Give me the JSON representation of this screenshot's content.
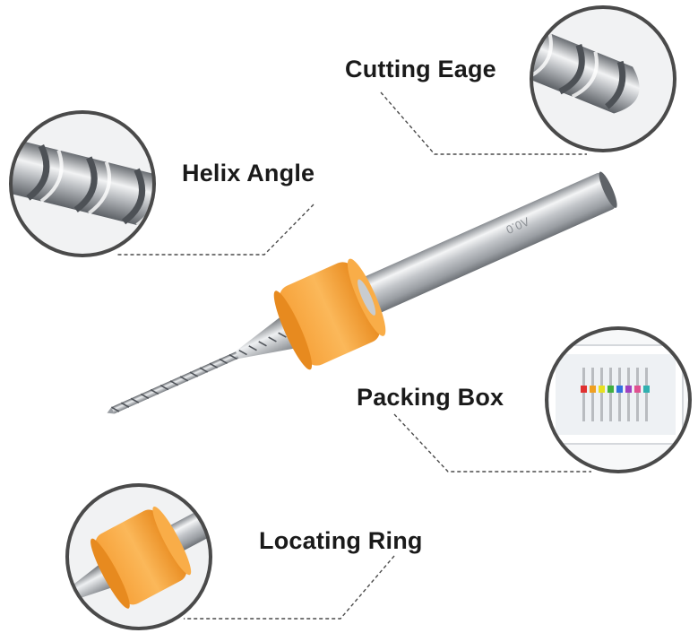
{
  "labels": {
    "cutting_edge": "Cutting Eage",
    "helix_angle": "Helix Angle",
    "packing_box": "Packing Box",
    "locating_ring": "Locating Ring"
  },
  "shank_marking": "Λ0.0",
  "colors": {
    "ring_orange": "#f39a2a",
    "circle_border": "#4a4a4a",
    "steel_light": "#e6e8ea",
    "steel_dark": "#7d8186"
  },
  "box_bit_colors": [
    "#e03030",
    "#f0a020",
    "#e8e020",
    "#40b040",
    "#3070e0",
    "#a040c0",
    "#e05090",
    "#30b0b0"
  ]
}
